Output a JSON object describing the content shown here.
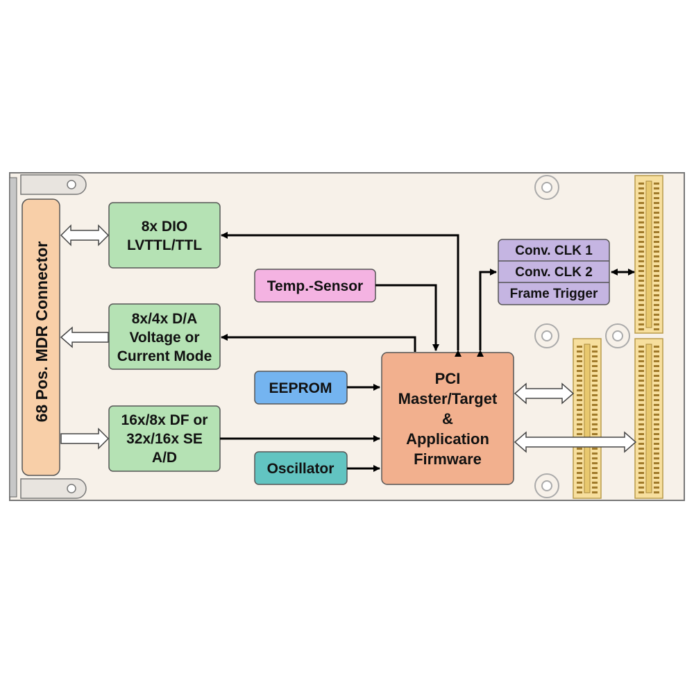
{
  "colors": {
    "board": "#f7f1e9",
    "connector": "#f8cfa8",
    "green": "#b5e2b4",
    "pink": "#f4b3e2",
    "blue": "#74b4f0",
    "teal": "#62c4c1",
    "cpu": "#f2b08e",
    "purple": "#c5b5e2",
    "gold": "#f7df9e"
  },
  "connector_label": "68 Pos. MDR Connector",
  "blocks": {
    "dio": [
      "8x DIO",
      "LVTTL/TTL"
    ],
    "da": [
      "8x/4x D/A",
      "Voltage or",
      "Current Mode"
    ],
    "ad": [
      "16x/8x DF or",
      "32x/16x SE",
      "A/D"
    ],
    "temp": "Temp.-Sensor",
    "eeprom": "EEPROM",
    "osc": "Oscillator",
    "pci": [
      "PCI",
      "Master/Target",
      "&",
      "Application",
      "Firmware"
    ],
    "clk1": "Conv. CLK 1",
    "clk2": "Conv. CLK 2",
    "frame": "Frame Trigger"
  }
}
